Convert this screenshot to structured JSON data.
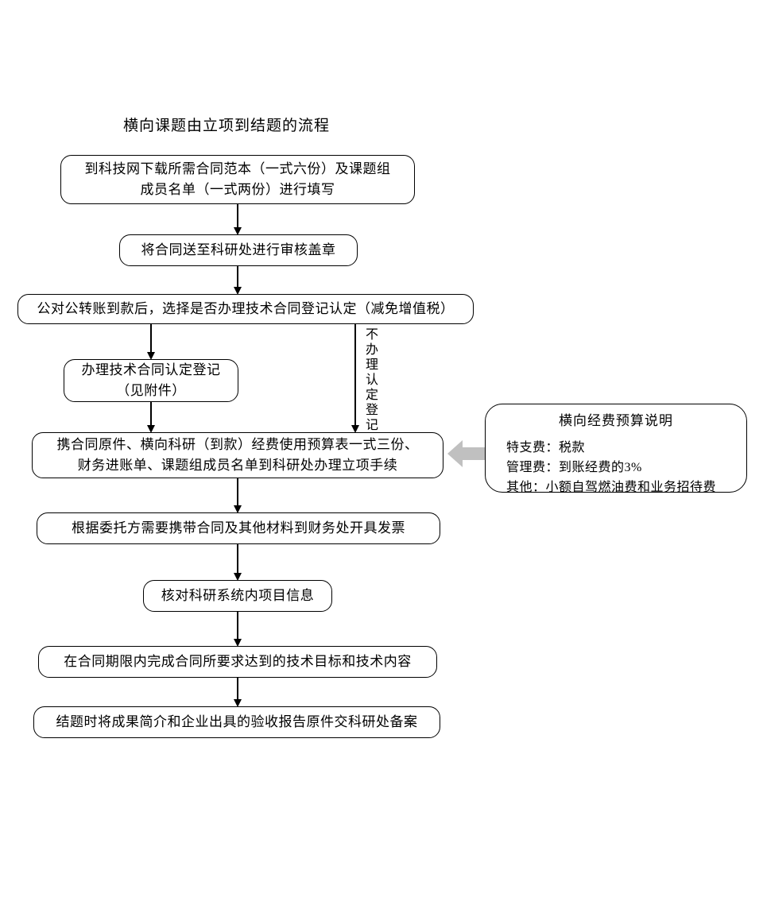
{
  "diagram": {
    "title": "横向课题由立项到结题的流程",
    "nodes": {
      "download": {
        "line1": "到科技网下载所需合同范本（一式六份）及课题组",
        "line2": "成员名单（一式两份）进行填写"
      },
      "seal": {
        "line1": "将合同送至科研处进行审核盖章"
      },
      "transfer": {
        "line1": "公对公转账到款后，选择是否办理技术合同登记认定（减免增值税）"
      },
      "register": {
        "line1": "办理技术合同认定登记",
        "line2": "（见附件）"
      },
      "filing": {
        "line1": "携合同原件、横向科研（到款）经费使用预算表一式三份、",
        "line2": "财务进账单、课题组成员名单到科研处办理立项手续"
      },
      "invoice": {
        "line1": "根据委托方需要携带合同及其他材料到财务处开具发票"
      },
      "verify": {
        "line1": "核对科研系统内项目信息"
      },
      "complete": {
        "line1": "在合同期限内完成合同所要求达到的技术目标和技术内容"
      },
      "archive": {
        "line1": "结题时将成果简介和企业出具的验收报告原件交科研处备案"
      }
    },
    "branch_label": "不办理认定登记",
    "budget_note": {
      "title": "横向经费预算说明",
      "line1": "特支费：税款",
      "line2": "管理费：到账经费的3%",
      "line3": "其他：小额自驾燃油费和业务招待费"
    },
    "colors": {
      "stroke": "#000000",
      "background": "#ffffff",
      "callout_arrow": "#c0c0c0"
    }
  }
}
